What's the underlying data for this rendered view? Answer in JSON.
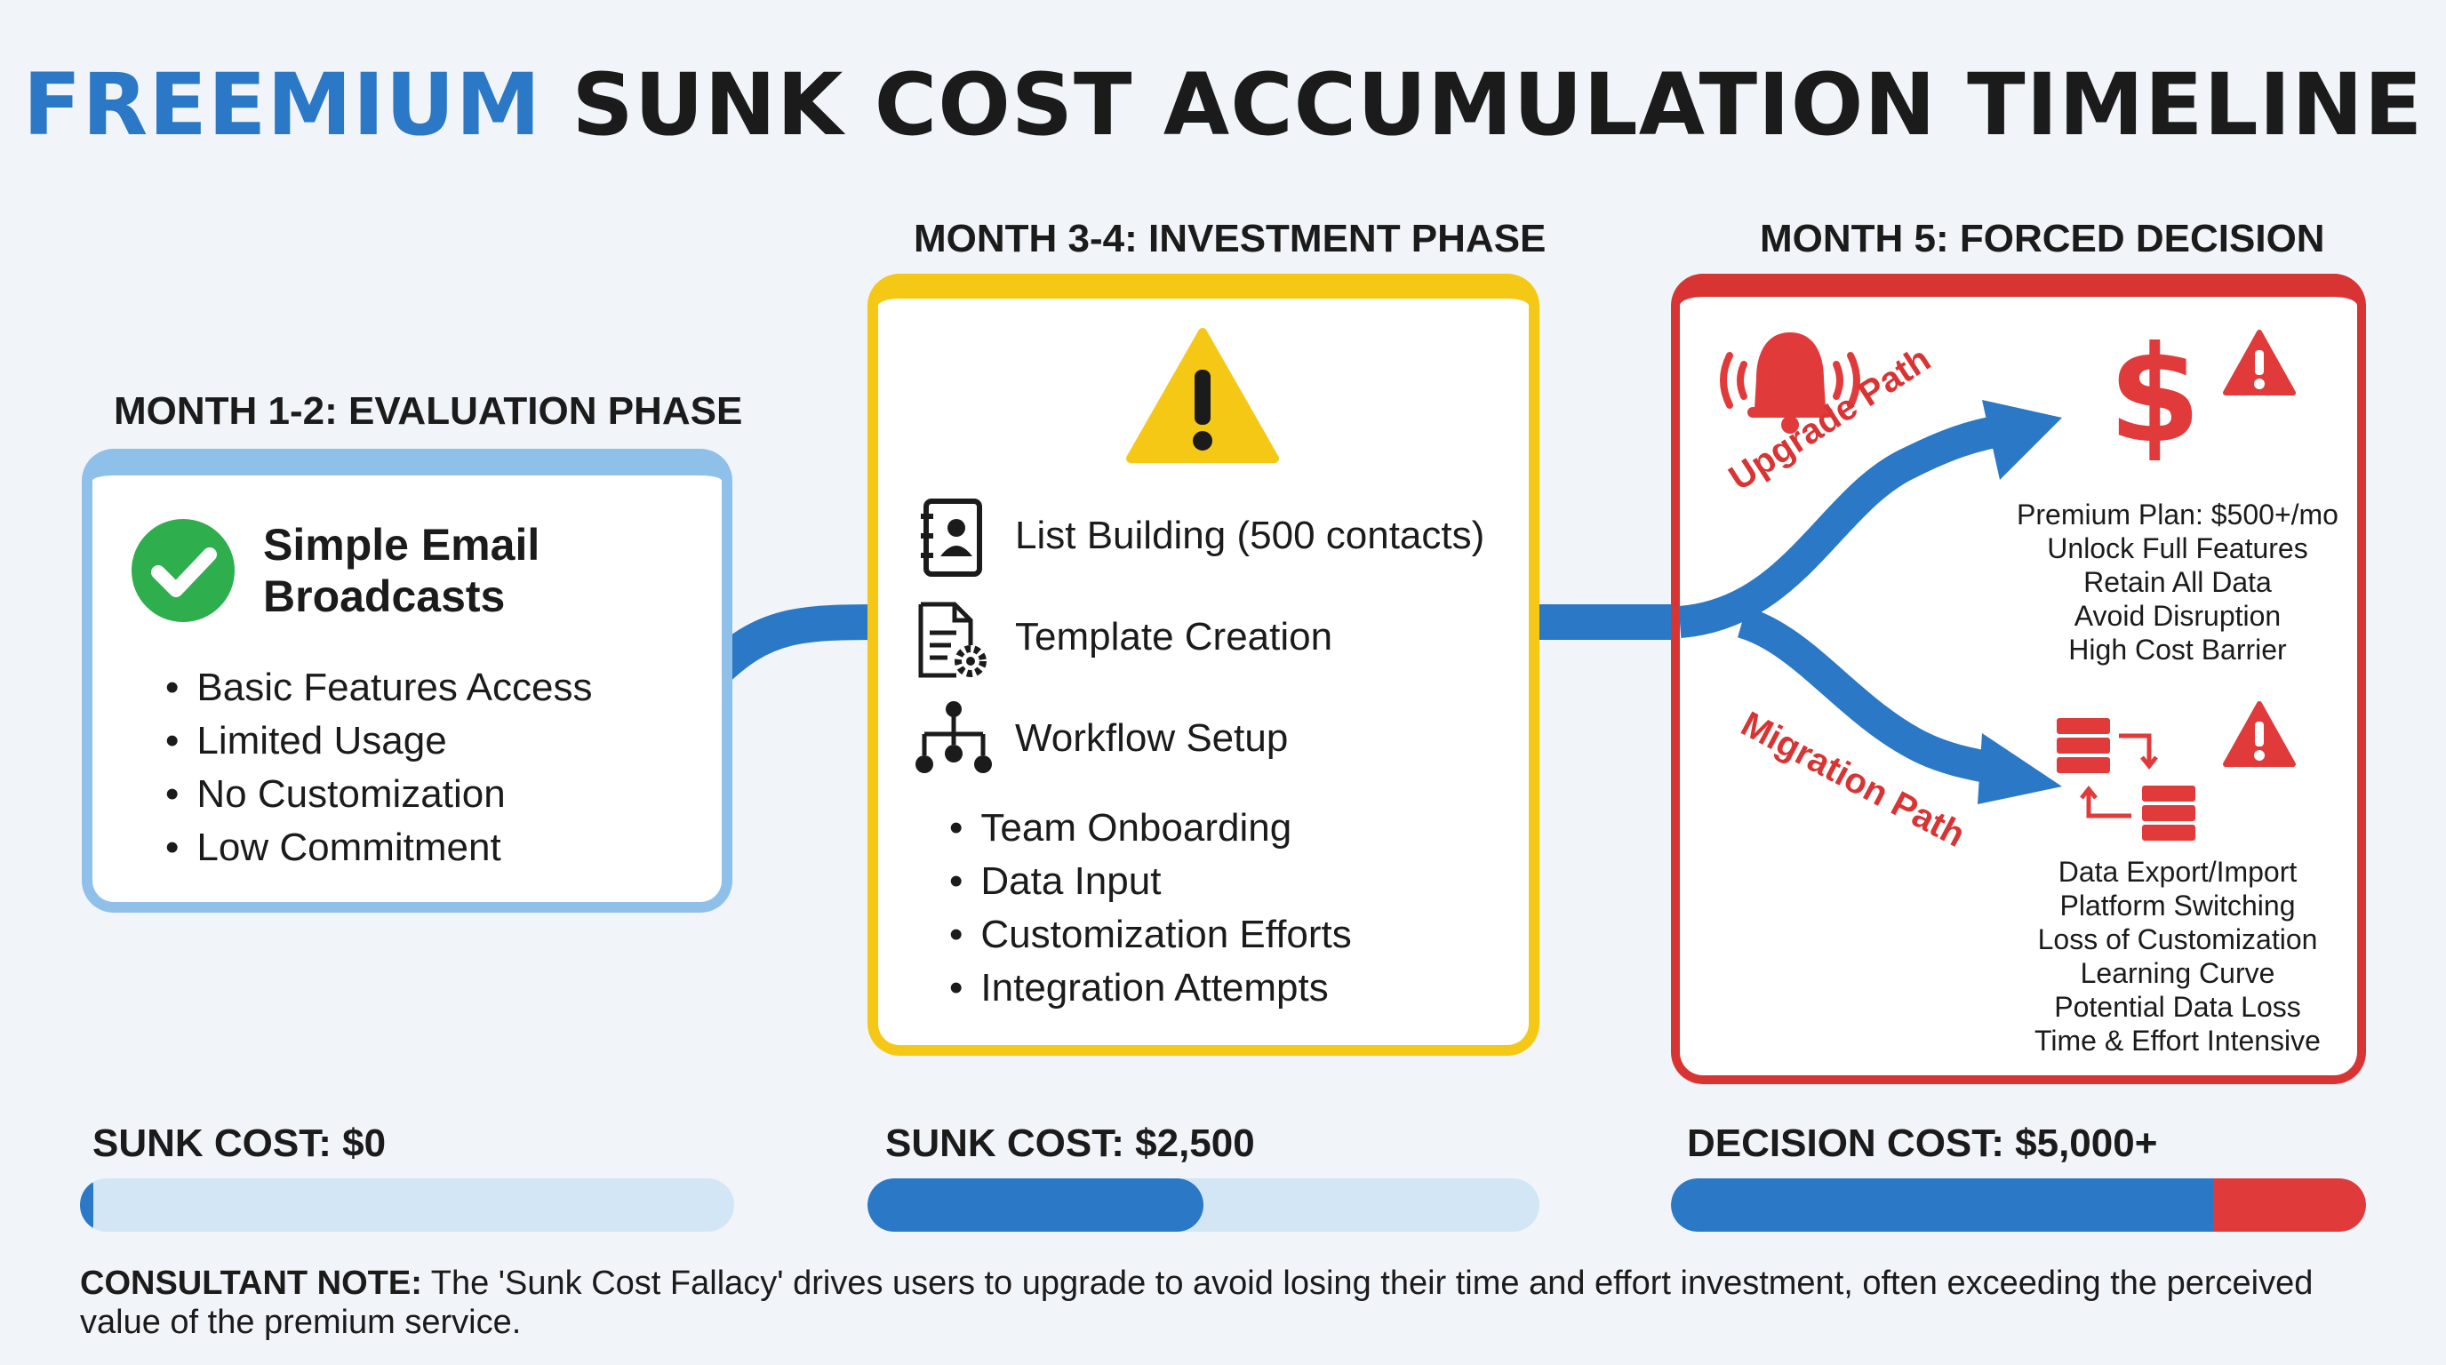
{
  "title": {
    "highlight": "FREEMIUM",
    "rest": "SUNK COST ACCUMULATION TIMELINE"
  },
  "phase1": {
    "label": "MONTH 1-2: EVALUATION PHASE",
    "heading_line1": "Simple Email",
    "heading_line2": "Broadcasts",
    "items": [
      "Basic Features Access",
      "Limited Usage",
      "No Customization",
      "Low Commitment"
    ]
  },
  "phase2": {
    "label": "MONTH 3-4: INVESTMENT PHASE",
    "tasks": [
      "List Building (500 contacts)",
      "Template Creation",
      "Workflow Setup"
    ],
    "items": [
      "Team Onboarding",
      "Data Input",
      "Customization Efforts",
      "Integration Attempts"
    ]
  },
  "phase3": {
    "label": "MONTH 5: FORCED DECISION",
    "upgrade_path_label": "Upgrade Path",
    "migration_path_label": "Migration Path",
    "upgrade_items": [
      "Premium Plan: $500+/mo",
      "Unlock Full Features",
      "Retain All Data",
      "Avoid Disruption",
      "High Cost Barrier"
    ],
    "migration_items": [
      "Data Export/Import",
      "Platform Switching",
      "Loss of Customization",
      "Learning Curve",
      "Potential Data Loss",
      "Time & Effort Intensive"
    ]
  },
  "costs": [
    {
      "label": "SUNK COST: $0",
      "fill": 0.02
    },
    {
      "label": "SUNK COST: $2,500",
      "fill": 0.5
    },
    {
      "label": "DECISION COST: $5,000+",
      "fill": 0.78,
      "overflow": 0.22
    }
  ],
  "note": {
    "prefix": "CONSULTANT NOTE:",
    "text": "The 'Sunk Cost Fallacy' drives users to upgrade to avoid losing their time and effort investment, often exceeding the perceived value of the premium service."
  },
  "colors": {
    "blue": "#2a78c6",
    "yellow": "#f5c816",
    "red": "#d93434",
    "green": "#2fae4e"
  }
}
